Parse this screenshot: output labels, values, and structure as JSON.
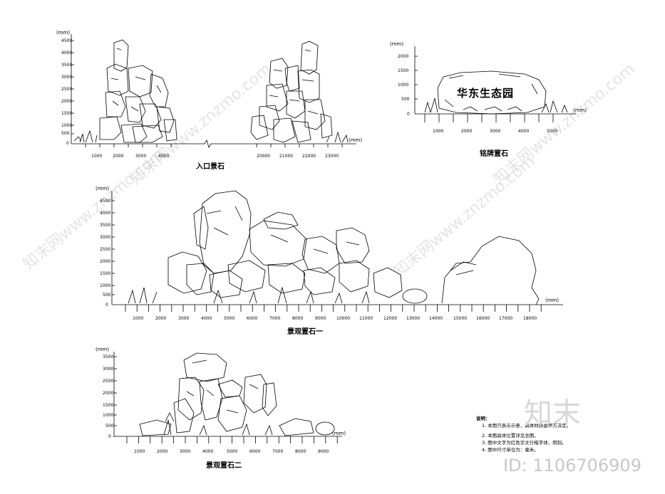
{
  "entrance": {
    "title": "入口景石",
    "unit_y": "(mm)",
    "unit_x": "(mm)",
    "y_ticks": [
      "4500",
      "4000",
      "3500",
      "3000",
      "2500",
      "2000",
      "1500",
      "1000",
      "500",
      "0"
    ],
    "x_ticks_left": [
      "1000",
      "2000",
      "3000",
      "4000"
    ],
    "x_ticks_right": [
      "20000",
      "21000",
      "22000",
      "23000"
    ]
  },
  "plaque": {
    "title": "铭牌置石",
    "unit_y": "(mm)",
    "unit_x": "(mm)",
    "inscription": "华东生态园",
    "y_ticks": [
      "2000",
      "1500",
      "1000",
      "500",
      "0"
    ],
    "x_ticks": [
      "1000",
      "2000",
      "3000",
      "4000",
      "5000"
    ]
  },
  "landscape1": {
    "title": "景观置石一",
    "unit_y": "(mm)",
    "unit_x": "(mm)",
    "y_ticks": [
      "4500",
      "4000",
      "3500",
      "3000",
      "2500",
      "2000",
      "1500",
      "1000",
      "500",
      "0"
    ],
    "x_ticks": [
      "1000",
      "2000",
      "3000",
      "4000",
      "5000",
      "6000",
      "7000",
      "8000",
      "9000",
      "10000",
      "11000",
      "12000",
      "13000",
      "14000",
      "15000",
      "16000",
      "17000",
      "18000"
    ]
  },
  "landscape2": {
    "title": "景观置石二",
    "unit_y": "(mm)",
    "unit_x": "(mm)",
    "y_ticks": [
      "3500",
      "3000",
      "2500",
      "2000",
      "1500",
      "1000",
      "500",
      "0"
    ],
    "x_ticks": [
      "1000",
      "2000",
      "3000",
      "4000",
      "5000",
      "6000",
      "7000",
      "8000",
      "9000"
    ]
  },
  "notes": {
    "heading": "说明：",
    "items": [
      "1. 本图只表示示意，具体材质由甲方决定。",
      "2. 本图具体位置详见总图。",
      "3. 图中文字为红色华文行楷字体，阴刻。",
      "4. 图中尺寸单位为：毫米。"
    ]
  },
  "watermarks": {
    "site_mark": "知末网www.znzmo.com",
    "brand": "知末",
    "id_label": "ID: 1106706909"
  }
}
